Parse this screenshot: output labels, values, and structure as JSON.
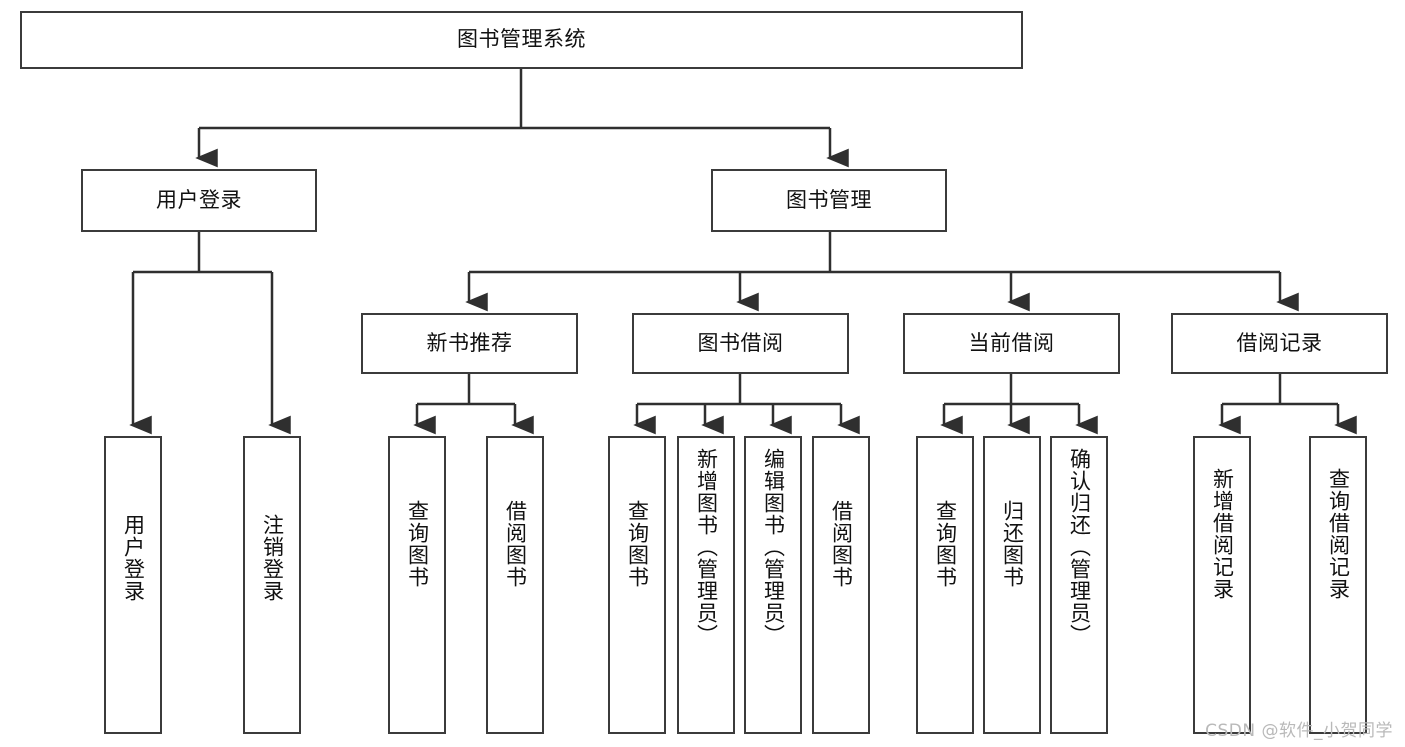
{
  "diagram": {
    "title": "图书管理系统",
    "type": "tree-hierarchy",
    "root": {
      "label": "图书管理系统"
    },
    "level1": [
      {
        "label": "用户登录"
      },
      {
        "label": "图书管理"
      }
    ],
    "level2": [
      {
        "label": "新书推荐"
      },
      {
        "label": "图书借阅"
      },
      {
        "label": "当前借阅"
      },
      {
        "label": "借阅记录"
      }
    ],
    "leaves": [
      {
        "label": "用户登录"
      },
      {
        "label": "注销登录"
      },
      {
        "label": "查询图书"
      },
      {
        "label": "借阅图书"
      },
      {
        "label": "查询图书"
      },
      {
        "label": "新增图书（管理员）"
      },
      {
        "label": "编辑图书（管理员）"
      },
      {
        "label": "借阅图书"
      },
      {
        "label": "查询图书"
      },
      {
        "label": "归还图书"
      },
      {
        "label": "确认归还（管理员）"
      },
      {
        "label": "新增借阅记录"
      },
      {
        "label": "查询借阅记录"
      }
    ]
  },
  "watermark": {
    "text": "CSDN @软件_小贺同学"
  },
  "colors": {
    "border": "#3b3b3b",
    "background": "#ffffff",
    "text": "#111111",
    "watermark": "#b9b9b9"
  }
}
